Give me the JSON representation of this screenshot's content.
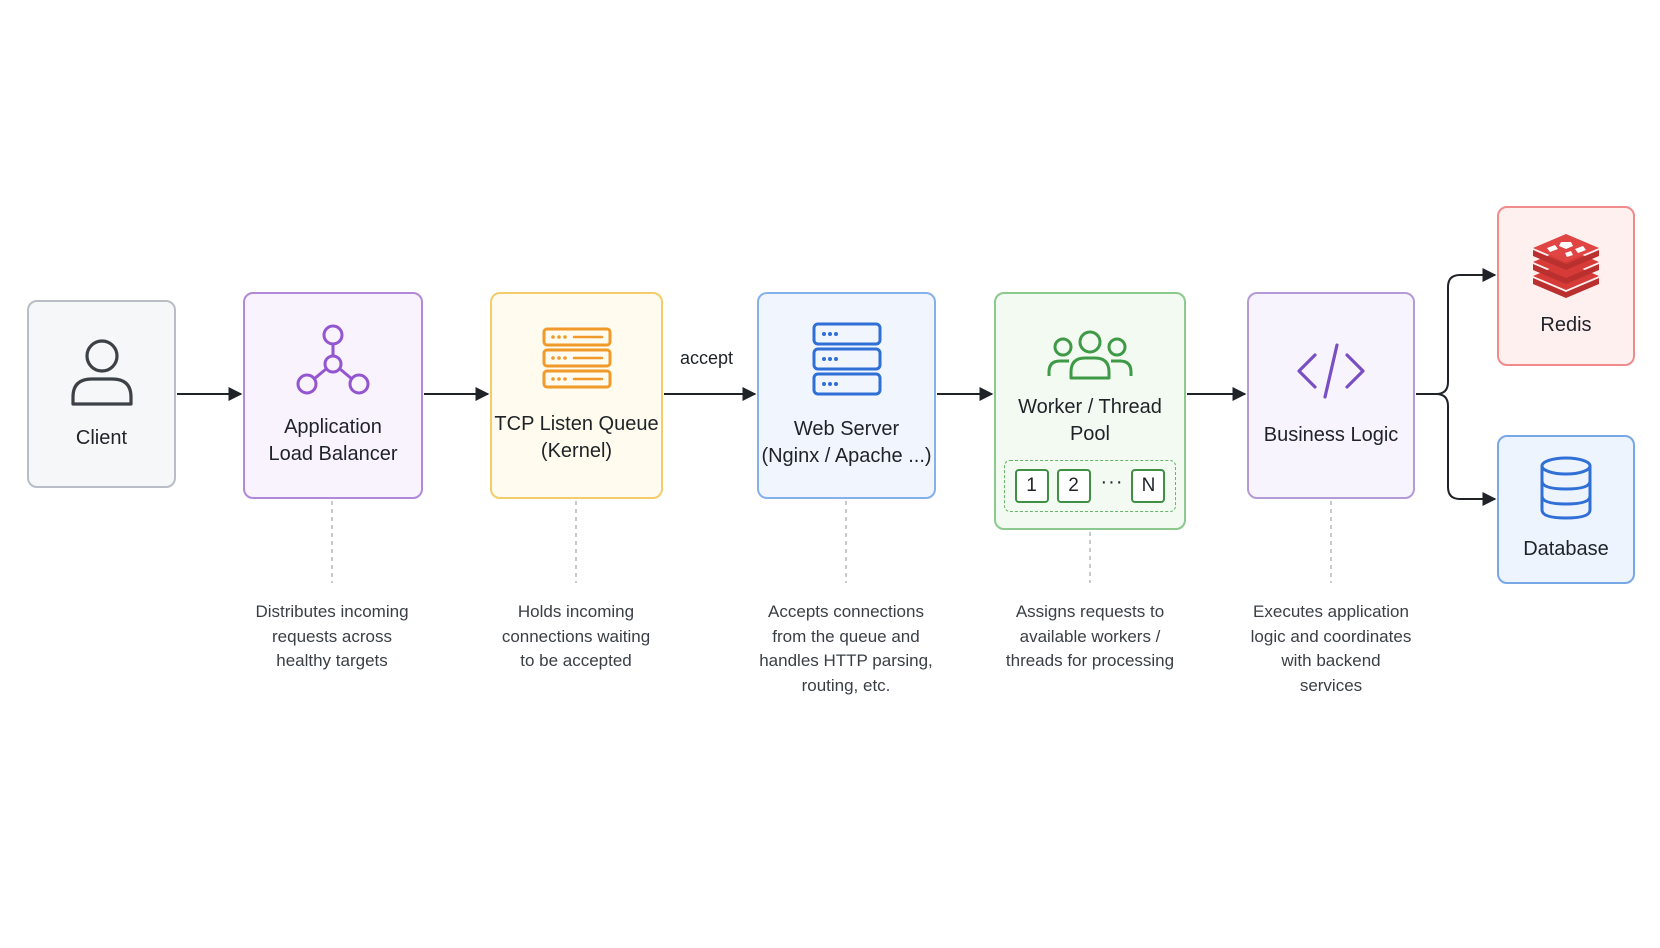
{
  "nodes": {
    "client": {
      "label": "Client",
      "icon": "user-icon",
      "border": "#b9bec6",
      "fill": "#f6f7f9",
      "accent": "#3c4148"
    },
    "alb": {
      "label": "Application\nLoad Balancer",
      "icon": "hub-icon",
      "border": "#b08ad8",
      "fill": "#f8f3fd",
      "accent": "#9456d0"
    },
    "tcp": {
      "label": "TCP Listen Queue\n(Kernel)",
      "icon": "server-stack-icon",
      "border": "#f3cd6a",
      "fill": "#fffbee",
      "accent": "#ef9a2a"
    },
    "web": {
      "label": "Web Server\n(Nginx / Apache ...)",
      "icon": "server-icon",
      "border": "#84b0ec",
      "fill": "#f1f6fe",
      "accent": "#2f6fd6"
    },
    "worker": {
      "label": "Worker / Thread\nPool",
      "icon": "users-icon",
      "border": "#8bc98e",
      "fill": "#f2faf1",
      "accent": "#3f9a47",
      "slots": [
        "1",
        "2",
        "N"
      ],
      "ellipsis": "···"
    },
    "biz": {
      "label": "Business Logic",
      "icon": "code-icon",
      "border": "#b49ad6",
      "fill": "#f8f4fd",
      "accent": "#7b4fc4"
    },
    "redis": {
      "label": "Redis",
      "icon": "redis-icon",
      "border": "#ef8b8b",
      "fill": "#fff0f0",
      "accent": "#d13a37"
    },
    "db": {
      "label": "Database",
      "icon": "database-icon",
      "border": "#78a7e6",
      "fill": "#edf4fe",
      "accent": "#2f6fd6"
    }
  },
  "edges": [
    {
      "from": "Client",
      "to": "Application Load Balancer",
      "label": ""
    },
    {
      "from": "Application Load Balancer",
      "to": "TCP Listen Queue (Kernel)",
      "label": ""
    },
    {
      "from": "TCP Listen Queue (Kernel)",
      "to": "Web Server (Nginx / Apache ...)",
      "label": "accept"
    },
    {
      "from": "Web Server (Nginx / Apache ...)",
      "to": "Worker / Thread Pool",
      "label": ""
    },
    {
      "from": "Worker / Thread Pool",
      "to": "Business Logic",
      "label": ""
    },
    {
      "from": "Business Logic",
      "to": "Redis",
      "label": ""
    },
    {
      "from": "Business Logic",
      "to": "Database",
      "label": ""
    }
  ],
  "descriptions": {
    "alb": "Distributes incoming\nrequests across\nhealthy targets",
    "tcp": "Holds incoming\nconnections waiting\nto be accepted",
    "web": "Accepts connections\nfrom the queue and\nhandles HTTP parsing,\nrouting, etc.",
    "worker": "Assigns requests to\navailable workers /\nthreads for processing",
    "biz": "Executes application\nlogic and coordinates\nwith backend\nservices"
  },
  "colors": {
    "arrow": "#1f2328",
    "leader": "#b5b9bf"
  }
}
